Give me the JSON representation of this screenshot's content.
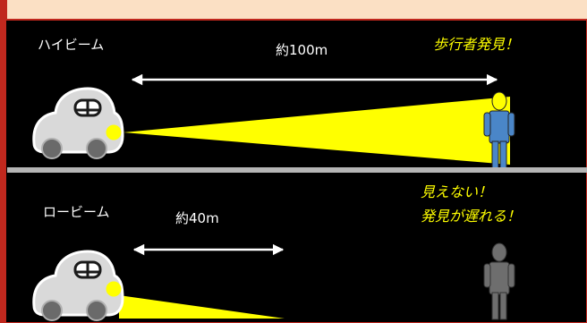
{
  "high_beam": {
    "label": "ハイビーム",
    "distance": "約100m",
    "alert": "歩行者発見！"
  },
  "low_beam": {
    "label": "ロービーム",
    "distance": "約40m",
    "alert_line1": "見えない！",
    "alert_line2": "発見が遅れる！"
  },
  "colors": {
    "panel_bg": "#000000",
    "frame": "#c0281e",
    "outer_bg": "#fbe0c4",
    "beam": "#ffff00",
    "road_line": "#b5b5b5",
    "pedestrian_lit": "#4a86c8",
    "pedestrian_dark": "#6e6e6e"
  }
}
